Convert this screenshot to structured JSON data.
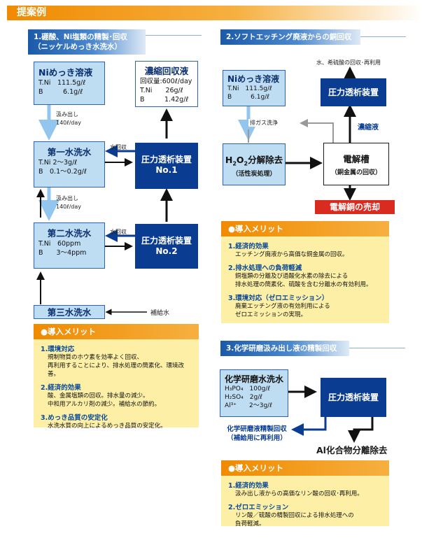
{
  "page_title": "提案例",
  "section1": {
    "title_line1": "1.硼酸、Ni塩類の精製･回収",
    "title_line2": "（ニッケルめっき水洗水）",
    "plating": {
      "title": "Niめっき溶液",
      "line1": "T.Ni　111.5g/ℓ",
      "line2": "B　　　6.1g/ℓ"
    },
    "dragout1": {
      "line1": "汲み出し",
      "line2": "140ℓ/day"
    },
    "rinse1": {
      "title": "第一水洗水",
      "line1": "T.Ni 2〜3g/ℓ",
      "line2": "B　0.1〜0.2g/ℓ"
    },
    "dragout2": {
      "line1": "汲み出し",
      "line2": "140ℓ/day"
    },
    "rinse2": {
      "title": "第二水洗水",
      "line1": "T.Ni　60ppm",
      "line2": "B　　3〜4ppm"
    },
    "rinse3": {
      "title": "第三水洗水"
    },
    "makeup_water": "補給水",
    "conc": {
      "title": "濃縮回収液",
      "line1": "回収量:600ℓ/day",
      "line2": "T.Ni　　26g/ℓ",
      "line3": "B　　　1.42g/ℓ"
    },
    "ro1": {
      "line1": "圧力透析装置",
      "line2": "No.1"
    },
    "ro2": {
      "line1": "圧力透析装置",
      "line2": "No.2"
    },
    "water_return1": "水回収",
    "water_return2": "水回収",
    "merit": {
      "heading": "●導入メリット",
      "items": [
        {
          "title": "1.環境対応",
          "lines": [
            "規制物質のホウ素を効率よく回収、",
            "再利用することにより、排水処理の簡素化、環境改善。"
          ]
        },
        {
          "title": "2.経済的効果",
          "lines": [
            "酸、金属塩類の回収。排水量の減少。",
            "中和用アルカリ剤の減少。補給水の節約。"
          ]
        },
        {
          "title": "3.めっき品質の安定化",
          "lines": [
            "水洗水質の向上によるめっき品質の安定化。"
          ]
        }
      ]
    }
  },
  "section2": {
    "title": "2.ソフトエッチング廃液からの銅回収",
    "plating": {
      "title": "Niめっき溶液",
      "line1": "T.Ni　111.5g/ℓ",
      "line2": "B　　　6.1g/ℓ"
    },
    "scrubber": "排ガス洗浄",
    "reactor": {
      "title_pre": "H",
      "title_sub1": "2",
      "title_mid": "O",
      "title_sub2": "2",
      "title_post": "分解除去",
      "line1": "（活性炭処理）"
    },
    "cell": {
      "title": "電解槽",
      "line1": "（銅金属の回収）"
    },
    "ro": "圧力透析装置",
    "concentrate": "濃縮液",
    "top_note": "水、希硫酸の回収･再利用",
    "sale": "電解銅の売却",
    "merit": {
      "heading": "●導入メリット",
      "items": [
        {
          "title": "1.経済的効果",
          "lines": [
            "エッチング廃液から高価な銅金属の回収。"
          ]
        },
        {
          "title": "2.排水処理への負荷軽減",
          "lines": [
            "銅塩類の分離及び過酸化水素の除去による",
            "排水処理の簡素化、硫酸を含む分離水の有効利用。"
          ]
        },
        {
          "title": "3.環境対応（ゼロエミッション）",
          "lines": [
            "廃棄エッチング液の有効利用による",
            "ゼロエミッションの実現。"
          ]
        }
      ]
    }
  },
  "section3": {
    "title": "3.化学研磨汲み出し液の精製回収",
    "polish": {
      "title": "化学研磨水洗水",
      "line1": "H₃PO₄　100g/ℓ",
      "line2": "H₂SO₄　2g/ℓ",
      "line3": "Al³⁺　　2〜3g/ℓ"
    },
    "ro": "圧力透析装置",
    "recovered_line1": "化学研磨液精製回収",
    "recovered_line2": "（補給用に再利用）",
    "al_removal": "Al化合物分離除去",
    "merit": {
      "heading": "●導入メリット",
      "items": [
        {
          "title": "1.経済的効果",
          "lines": [
            "汲み出し液からの高価なリン酸の回収･再利用。"
          ]
        },
        {
          "title": "2.ゼロエミッション",
          "lines": [
            "リン酸／硫酸の精製回収による排水処理への",
            "負荷軽減。"
          ]
        }
      ]
    }
  },
  "colors": {
    "orange": "#f08a00",
    "navy": "#0a3d92",
    "light_blue": "#bedcf2",
    "yellow": "#fdf0a6",
    "red": "#d92b20"
  }
}
